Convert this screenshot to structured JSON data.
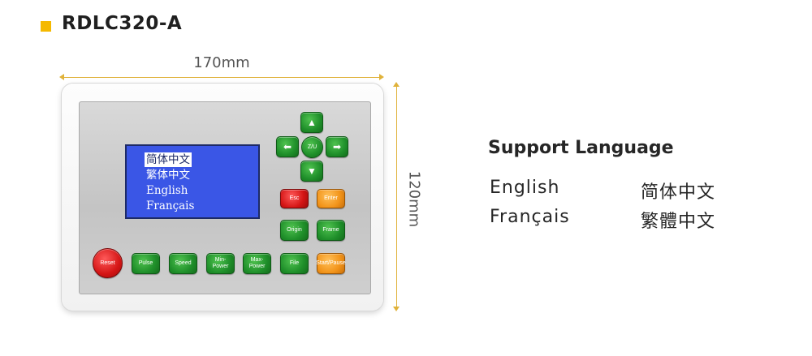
{
  "header": {
    "title": "RDLC320-A"
  },
  "dimensions": {
    "width_label": "170mm",
    "height_label": "120mm"
  },
  "lcd": {
    "lines": [
      "简体中文",
      "繁体中文",
      "English",
      "Français"
    ],
    "selected_index": 0
  },
  "buttons": {
    "up": "▲",
    "left": "⬅",
    "center": "Z/U",
    "right": "➡",
    "down": "▼",
    "esc": "Esc",
    "enter": "Enter",
    "origin": "Origin",
    "frame": "Frame",
    "reset": "Reset",
    "pulse": "Pulse",
    "speed": "Speed",
    "min_power": "Min-Power",
    "max_power": "Max-Power",
    "file": "File",
    "start_pause": "Start/Pause"
  },
  "support": {
    "title": "Support Language",
    "languages": [
      [
        "English",
        "简体中文"
      ],
      [
        "Français",
        "繁體中文"
      ]
    ]
  },
  "colors": {
    "accent": "#f5b900",
    "lcd_blue": "#3a56e6",
    "button_green": "#1f8f2a",
    "button_red": "#d41515",
    "button_orange": "#f2941a"
  }
}
